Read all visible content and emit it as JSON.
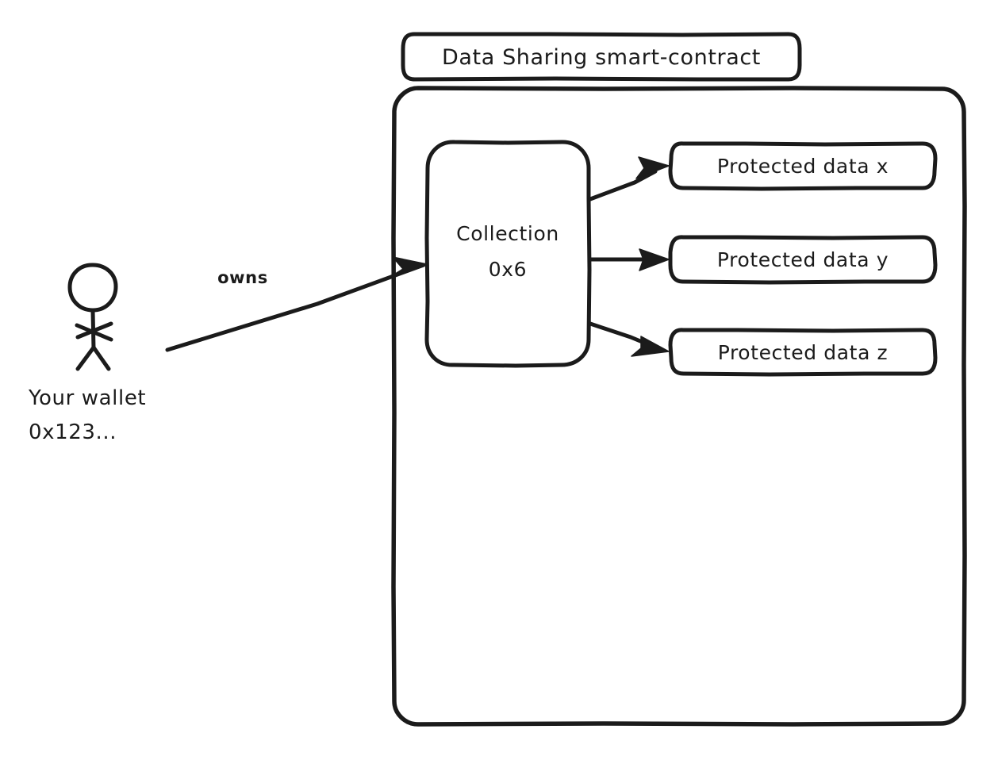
{
  "diagram": {
    "type": "flowchart",
    "style": "hand-drawn-excalidraw",
    "background_color": "#ffffff",
    "stroke_color": "#1b1b1b",
    "container": {
      "title": "Data Sharing smart-contract",
      "title_box_name": "contract-title-box",
      "body_name": "contract-body"
    },
    "actor": {
      "icon": "stick-figure-person-icon",
      "label_line1": "Your wallet",
      "label_line2": "0x123..."
    },
    "collection": {
      "label_line1": "Collection",
      "label_line2": "0x6"
    },
    "edges": [
      {
        "label": "owns",
        "from": "Your wallet 0x123...",
        "to": "Collection 0x6"
      },
      {
        "label": "",
        "from": "Collection 0x6",
        "to": "Protected data x"
      },
      {
        "label": "",
        "from": "Collection 0x6",
        "to": "Protected data y"
      },
      {
        "label": "",
        "from": "Collection 0x6",
        "to": "Protected data z"
      }
    ],
    "protected_data": [
      {
        "label": "Protected data x"
      },
      {
        "label": "Protected data y"
      },
      {
        "label": "Protected data z"
      }
    ]
  }
}
